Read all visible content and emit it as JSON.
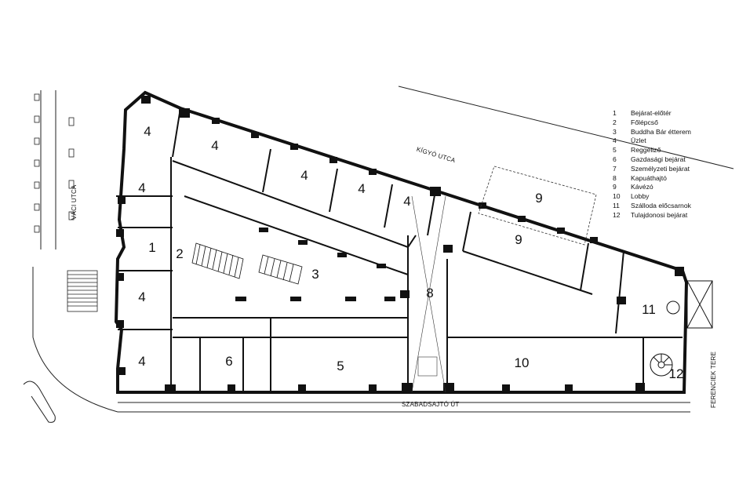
{
  "streets": {
    "kigyo": "KÍGYÓ UTCA",
    "vaci": "VÁCI UTCA",
    "szabadsajto": "SZABADSAJTÓ ÚT",
    "ferenciek": "FERENCIEK TERE"
  },
  "legend": [
    {
      "num": "1",
      "label": "Bejárat-előtér"
    },
    {
      "num": "2",
      "label": "Főlépcső"
    },
    {
      "num": "3",
      "label": "Buddha Bár étterem"
    },
    {
      "num": "4",
      "label": "Üzlet"
    },
    {
      "num": "5",
      "label": "Reggeliző"
    },
    {
      "num": "6",
      "label": "Gazdasági bejárat"
    },
    {
      "num": "7",
      "label": "Személyzeti bejárat"
    },
    {
      "num": "8",
      "label": "Kapuáthajtó"
    },
    {
      "num": "9",
      "label": "Kávézó"
    },
    {
      "num": "10",
      "label": "Lobby"
    },
    {
      "num": "11",
      "label": "Szálloda előcsarnok"
    },
    {
      "num": "12",
      "label": "Tulajdonosi bejárat"
    }
  ],
  "rooms": [
    "4",
    "4",
    "4",
    "4",
    "4",
    "4",
    "4",
    "4",
    "1",
    "2",
    "3",
    "4",
    "5",
    "6",
    "8",
    "9",
    "9",
    "10",
    "11",
    "12"
  ]
}
